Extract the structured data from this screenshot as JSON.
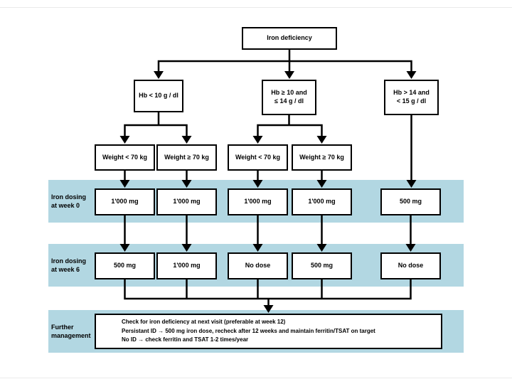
{
  "flowchart": {
    "root": {
      "label": "Iron deficiency"
    },
    "hb_branches": [
      {
        "label": "Hb < 10 g / dl"
      },
      {
        "label": "Hb ≥ 10 and\n≤ 14 g / dl"
      },
      {
        "label": "Hb > 14 and\n< 15 g / dl"
      }
    ],
    "weight_boxes": [
      {
        "label": "Weight < 70 kg"
      },
      {
        "label": "Weight ≥ 70 kg"
      },
      {
        "label": "Weight < 70 kg"
      },
      {
        "label": "Weight ≥ 70 kg"
      }
    ],
    "week0": {
      "band_label": "Iron dosing\nat week 0",
      "doses": [
        "1'000 mg",
        "1'000 mg",
        "1'000 mg",
        "1'000 mg",
        "500 mg"
      ]
    },
    "week6": {
      "band_label": "Iron dosing\nat week 6",
      "doses": [
        "500 mg",
        "1'000 mg",
        "No dose",
        "500 mg",
        "No dose"
      ]
    },
    "further": {
      "band_label": "Further\nmanagement",
      "lines": [
        "Check for iron deficiency at next visit (preferable at week 12)",
        "Persistant ID → 500 mg iron dose, recheck after 12 weeks and maintain ferritin/TSAT on target",
        "No ID → check ferritin and TSAT 1-2 times/year"
      ]
    },
    "colors": {
      "band_blue": "#b2d7e2"
    }
  }
}
